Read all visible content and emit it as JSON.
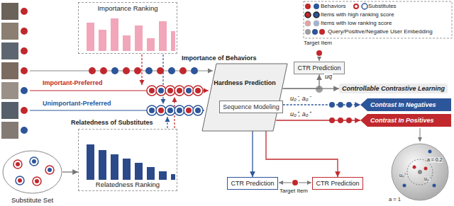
{
  "diagram": {
    "nodes": [
      {
        "text": [
          "Importance Ranking"
        ]
      },
      {
        "text": [
          "Relatedness Ranking"
        ]
      },
      {
        "text": [
          "Substitute Set"
        ]
      },
      {
        "text": [
          "Hardness Prediction"
        ]
      },
      {
        "text": [
          "Sequence Modeling"
        ],
        "in": 3
      },
      {
        "text": [
          "CTR Prediction"
        ]
      },
      {
        "text": [
          "Controllable Contrastive Learning"
        ]
      },
      {
        "text": [
          "Contrast In Negatives"
        ]
      },
      {
        "text": [
          "Contrast In Positives"
        ]
      },
      {
        "text": [
          "CTR Prediction"
        ]
      },
      {
        "text": [
          "CTR Prediction"
        ]
      }
    ],
    "edges": [
      {
        "from": 2,
        "to": 1,
        "arrow": "to"
      },
      {
        "from": 3,
        "to": 5,
        "label": "uq",
        "arrow": "to"
      },
      {
        "from": 3,
        "to": 6,
        "arrow": "to"
      },
      {
        "from": 3,
        "to": 7,
        "label": "u₀⁻, a₀⁻",
        "arrow": "to"
      },
      {
        "from": 3,
        "to": 8,
        "label": "u₀⁺, a₀⁺",
        "arrow": "to"
      },
      {
        "from": 3,
        "to": 9,
        "arrow": "to"
      },
      {
        "from": 3,
        "to": 10,
        "arrow": "to"
      }
    ],
    "labels": [
      "Importance of Behaviors",
      "Important-Preferred",
      "Unimportant-Preferred",
      "Relatedness of Substitutes",
      "Target Item",
      "Target Item",
      "a = 0.2",
      "a = 1",
      "u₀⁺",
      "u₀⁻"
    ],
    "legend": [
      {
        "text": "Behaviors",
        "color": "#c0282d"
      },
      {
        "text": "Substitutes",
        "color": "#c0282d"
      },
      {
        "text": "Items with high ranking score"
      },
      {
        "text": "Items with low ranking score"
      },
      {
        "text": "Query/Positive/Negative User Embedding"
      }
    ]
  }
}
